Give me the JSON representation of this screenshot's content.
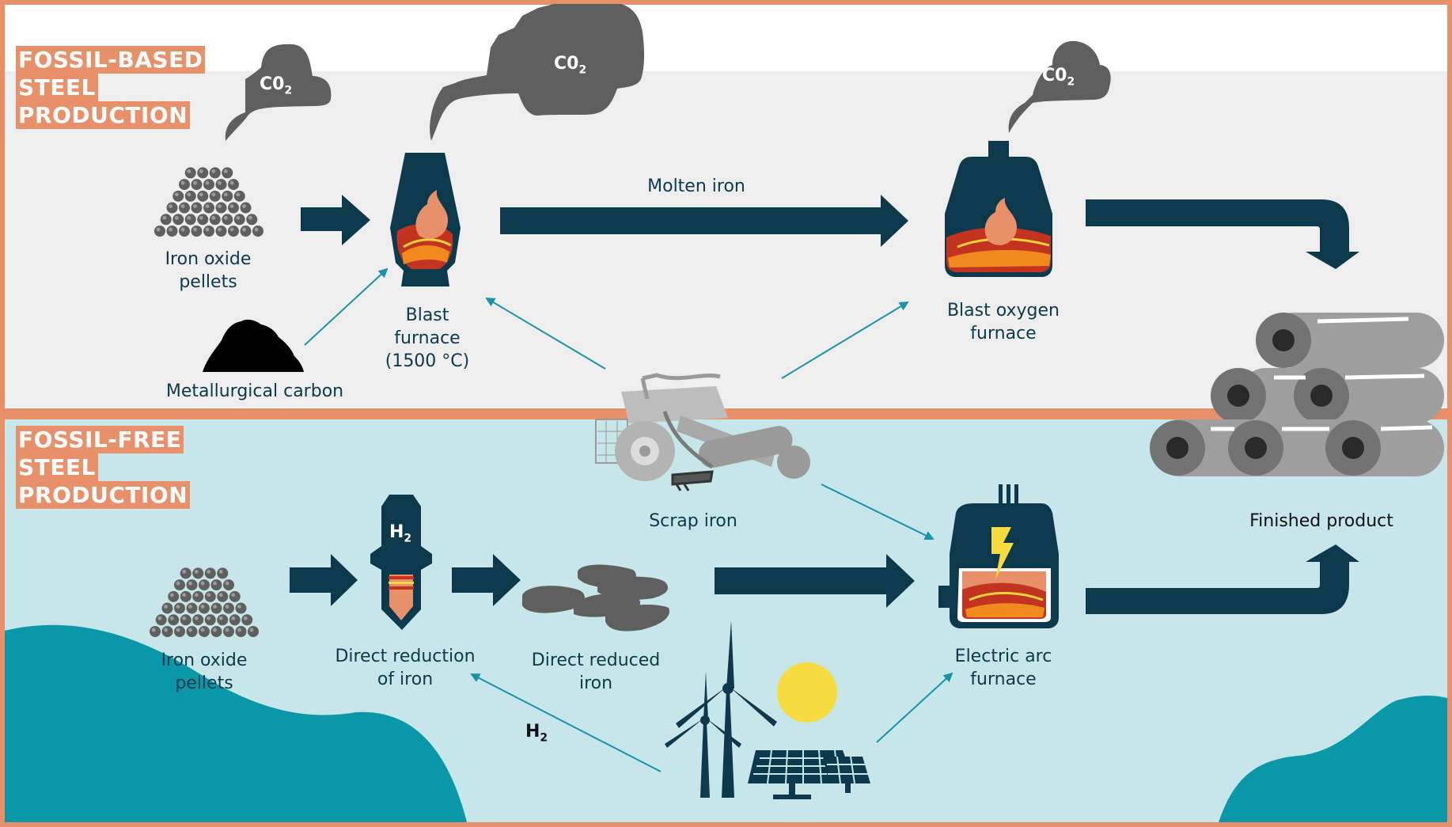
{
  "sections": {
    "fossil_based": {
      "title_lines": [
        "FOSSIL-BASED",
        "STEEL",
        "PRODUCTION"
      ]
    },
    "fossil_free": {
      "title_lines": [
        "FOSSIL-FREE",
        "STEEL",
        "PRODUCTION"
      ]
    }
  },
  "labels": {
    "iron_oxide_top": "Iron oxide\npellets",
    "metallurgical_carbon": "Metallurgical carbon",
    "blast_furnace": "Blast\nfurnace\n(1500 °C)",
    "molten_iron": "Molten iron",
    "blast_oxygen_furnace": "Blast oxygen\nfurnace",
    "scrap_iron": "Scrap iron",
    "finished_product": "Finished product",
    "iron_oxide_bottom": "Iron oxide\npellets",
    "direct_reduction": "Direct reduction\nof iron",
    "direct_reduced_iron": "Direct reduced\niron",
    "electric_arc_furnace": "Electric arc\nfurnace"
  },
  "emissions": {
    "co2_base": "C0",
    "co2_sub": "2"
  },
  "hydrogen": {
    "h_base": "H",
    "h_sub": "2"
  },
  "colors": {
    "border": "#e8906a",
    "navy": "#0c3a4c",
    "teal": "#1a93a6",
    "smoke": "#5f5f5f",
    "grey_bg": "#eeeeee",
    "blue_bg": "#c6e6ea",
    "flame": "#e8906a",
    "lava": "#c23320",
    "sun": "#f6dc3f"
  }
}
